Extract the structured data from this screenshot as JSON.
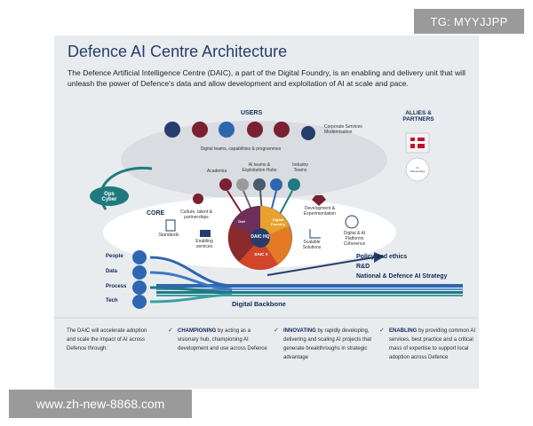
{
  "watermarks": {
    "top": "TG: MYYJJPP",
    "bottom": "www.zh-new-8868.com"
  },
  "title": "Defence AI Centre Architecture",
  "intro": "The Defence Artificial Intelligence Centre (DAIC), a part of the Digital Foundry, is an enabling and delivery unit that will unleash the power of Defence's data and allow development and exploitation of AI at scale and pace.",
  "users": {
    "heading": "USERS",
    "caption": "Digital teams, capabilities & programmes",
    "corporate": "Corporate Services Modernisation"
  },
  "allies": {
    "heading": "ALLIES & PARTNERS",
    "logo_text": "AI\nPartnerships"
  },
  "ops": {
    "label": "Ops Cyber"
  },
  "core": {
    "heading": "CORE",
    "labels": {
      "academia": "Academia",
      "ai_teams": "AI teams & Exploitation Hubs",
      "industry": "Industry Teams",
      "culture": "Culture, talent & partnerships",
      "standards": "Standards",
      "enabling": "Enabling services",
      "dev_exp": "Development & Experimentation",
      "platforms": "Digital & AI Platforms Coherence",
      "scalable": "Scalable Solutions"
    }
  },
  "hub": {
    "main": "DAIC HQ",
    "top_left": "Dstl",
    "top_right": "Digital Foundry",
    "bottom": "DAIC X"
  },
  "policy": {
    "line1": "Policy and ethics",
    "line2": "R&D",
    "line3": "National & Defence AI Strategy"
  },
  "inputs": [
    "People",
    "Data",
    "Process",
    "Tech"
  ],
  "backbone": "Digital Backbone",
  "footer": {
    "lead": "The DAIC will accelerate adoption and scale the impact of AI across Defence through:",
    "col1_title": "CHAMPIONING",
    "col1_text": " by acting as a visionary hub, championing AI development and use across Defence",
    "col2_title": "INNOVATING",
    "col2_text": " by rapidly developing, delivering and scaling AI projects that generate breakthroughs in strategic advantage",
    "col3_title": "ENABLING",
    "col3_text": " by providing common AI services, best practice and a critical mass of expertise to support local adoption across Defence",
    "check": "✓"
  },
  "colors": {
    "navy": "#263d6b",
    "teal": "#1f7a80",
    "backbone_blue": "#2e66b0",
    "hub_orange": "#e47a25",
    "hub_red": "#d2452b",
    "icon_maroon": "#7a2033"
  }
}
